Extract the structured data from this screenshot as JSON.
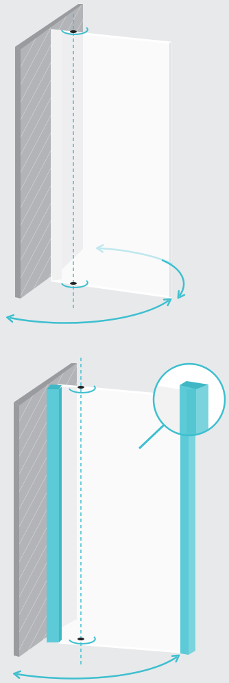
{
  "illustrations": [
    {
      "id": "door-rotation",
      "parts": [
        "wall",
        "glass-door",
        "top-pivot",
        "bottom-pivot",
        "pivot-axis",
        "inner-swing-arrow",
        "floor-swing-arrow"
      ]
    },
    {
      "id": "door-with-seals",
      "parts": [
        "wall",
        "wall-side-seal",
        "glass-door",
        "door-edge-seal",
        "top-pivot",
        "bottom-pivot",
        "pivot-axis",
        "floor-swing-arrow",
        "seal-zoom-callout"
      ]
    }
  ],
  "colors": {
    "background": "#e8e9eb",
    "wall_face": "#b3b4b8",
    "wall_edge": "#9a9b9f",
    "glass": "#fafafa",
    "glass_edge": "#ffffff",
    "accent": "#3dbfcf",
    "accent_light": "#bfe7ee",
    "seal": "#5ccbd7",
    "seal_dark": "#3fb7c5",
    "pivot": "#222222"
  }
}
